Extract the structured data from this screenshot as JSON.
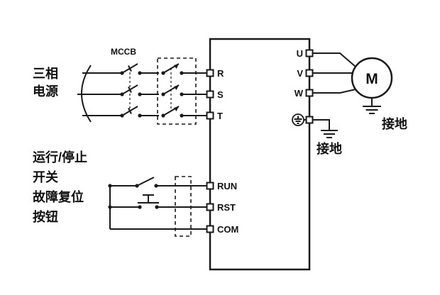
{
  "diagram": {
    "power_source": {
      "line1": "三相",
      "line2": "电源"
    },
    "mccb_label": "MCCB",
    "control_labels": {
      "line1": "运行/停止",
      "line2": "开关",
      "line3": "故障复位",
      "line4": "按钮"
    },
    "inverter": {
      "input_terminals": [
        "R",
        "S",
        "T"
      ],
      "control_terminals": [
        "RUN",
        "RST",
        "COM"
      ],
      "output_terminals": [
        "U",
        "V",
        "W"
      ]
    },
    "motor_label": "M",
    "motor_ground_label": "接地",
    "inverter_ground_label": "接地",
    "colors": {
      "line": "#1a1a1a",
      "background": "#ffffff"
    }
  }
}
